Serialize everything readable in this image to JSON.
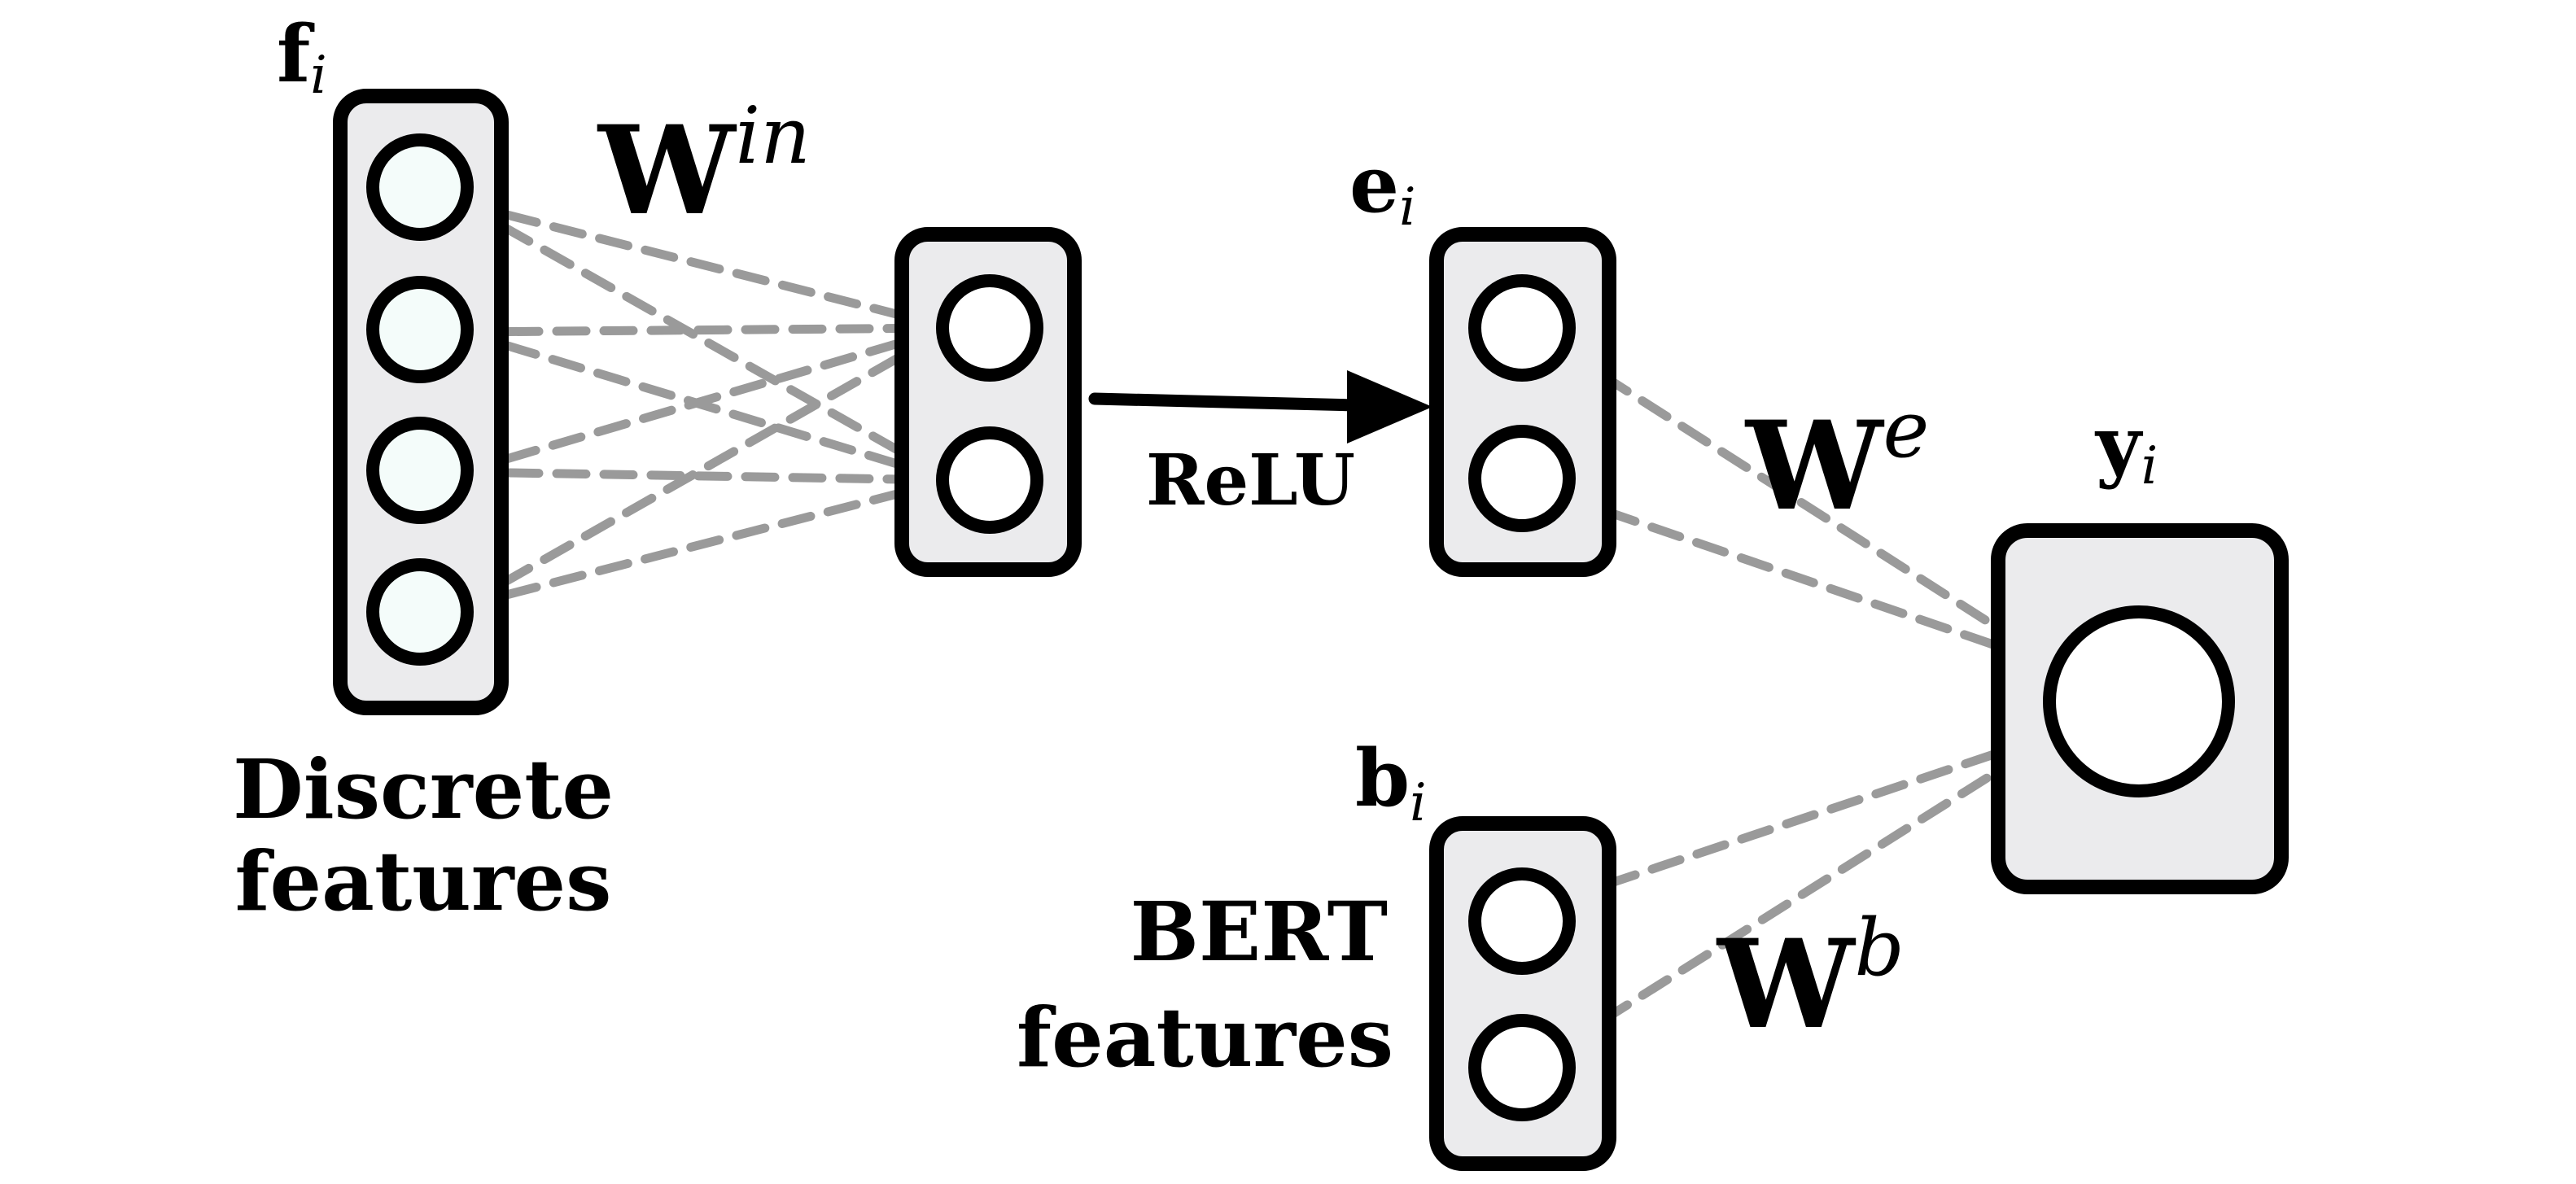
{
  "labels": {
    "f_base": "f",
    "f_sub": "i",
    "w_in_base": "W",
    "w_in_sup": "in",
    "e_base": "e",
    "e_sub": "i",
    "relu": "ReLU",
    "w_e_base": "W",
    "w_e_sup": "e",
    "y_base": "y",
    "y_sub": "i",
    "b_base": "b",
    "b_sub": "i",
    "w_b_base": "W",
    "w_b_sup": "b",
    "discrete_line1": "Discrete",
    "discrete_line2": "features",
    "bert_line1": "BERT",
    "bert_line2": "features"
  },
  "structure": {
    "input_nodes": 4,
    "hidden_nodes": 2,
    "e_nodes": 2,
    "b_nodes": 2,
    "output_nodes": 1,
    "hidden_activation": "ReLU",
    "connection_style": "dashed"
  },
  "colors": {
    "box_fill": "#ebebed",
    "input_node_fill": "#f4fcfa",
    "edge": "#9a9a9a"
  }
}
